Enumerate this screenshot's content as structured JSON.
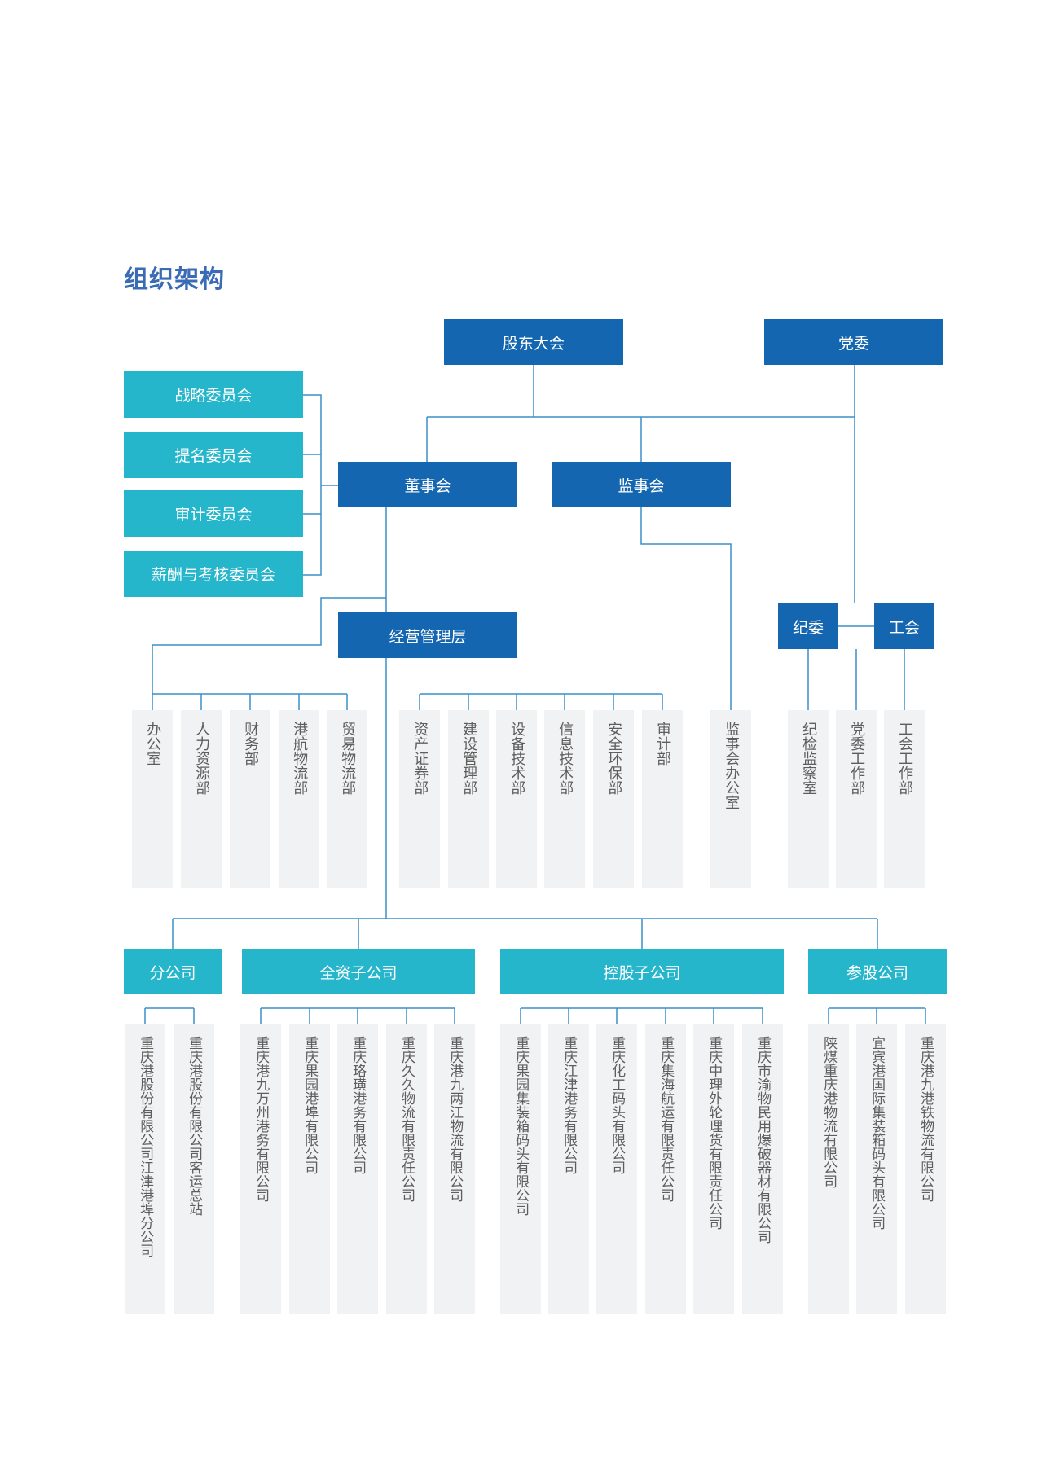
{
  "title": "组织架构",
  "colors": {
    "dark_box": "#1466b0",
    "teal_box": "#25b6cc",
    "line": "#3a8fc9",
    "column_bg": "#f1f2f3",
    "title": "#3a6bb5"
  },
  "top": {
    "shareholders": "股东大会",
    "party": "党委"
  },
  "committees": [
    "战略委员会",
    "提名委员会",
    "审计委员会",
    "薪酬与考核委员会"
  ],
  "boards": {
    "directors": "董事会",
    "supervisors": "监事会"
  },
  "management": "经营管理层",
  "discipline": "纪委",
  "union": "工会",
  "departments_group1": [
    "办公室",
    "人力资源部",
    "财务部",
    "港航物流部",
    "贸易物流部"
  ],
  "departments_group2": [
    "资产证券部",
    "建设管理部",
    "设备技术部",
    "信息技术部",
    "安全环保部",
    "审计部"
  ],
  "supervisor_office": "监事会办公室",
  "right_departments": [
    "纪检监察室",
    "党委工作部",
    "工会工作部"
  ],
  "company_categories": [
    "分公司",
    "全资子公司",
    "控股子公司",
    "参股公司"
  ],
  "branches": [
    "重庆港股份有限公司江津港埠分公司",
    "重庆港股份有限公司客运总站"
  ],
  "wholly_owned": [
    "重庆港九万州港务有限公司",
    "重庆果园港埠有限公司",
    "重庆珞璜港务有限公司",
    "重庆久久物流有限责任公司",
    "重庆港九两江物流有限公司"
  ],
  "holding": [
    "重庆果园集装箱码头有限公司",
    "重庆江津港务有限公司",
    "重庆化工码头有限公司",
    "重庆集海航运有限责任公司",
    "重庆中理外轮理货有限责任公司",
    "重庆市渝物民用爆破器材有限公司"
  ],
  "participating": [
    "陕煤重庆港物流有限公司",
    "宜宾港国际集装箱码头有限公司",
    "重庆港九港铁物流有限公司"
  ]
}
